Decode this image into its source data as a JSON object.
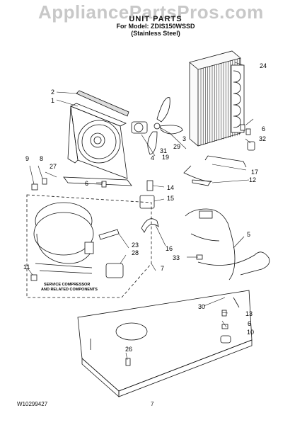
{
  "watermark": "AppliancePartsPros.com",
  "title": {
    "heading": "UNIT PARTS",
    "model": "For Model: ZDIS150WSSD",
    "variant": "(Stainless Steel)"
  },
  "service_box_text": [
    "SERVICE COMPRESSOR",
    "AND RELATED COMPONENTS"
  ],
  "footer": {
    "doc_number": "W10299427",
    "page_number": "7"
  },
  "callouts": {
    "c1": "1",
    "c2": "2",
    "c3": "3",
    "c4": "4",
    "c5": "5",
    "c6a": "6",
    "c6b": "6",
    "c6c": "6",
    "c7": "7",
    "c8": "8",
    "c9": "9",
    "c10": "10",
    "c11": "11",
    "c12": "12",
    "c13": "13",
    "c14": "14",
    "c15": "15",
    "c16": "16",
    "c17": "17",
    "c19": "19",
    "c23": "23",
    "c24": "24",
    "c26": "26",
    "c27": "27",
    "c28": "28",
    "c29": "29",
    "c30": "30",
    "c31": "31",
    "c32": "32",
    "c33": "33"
  }
}
